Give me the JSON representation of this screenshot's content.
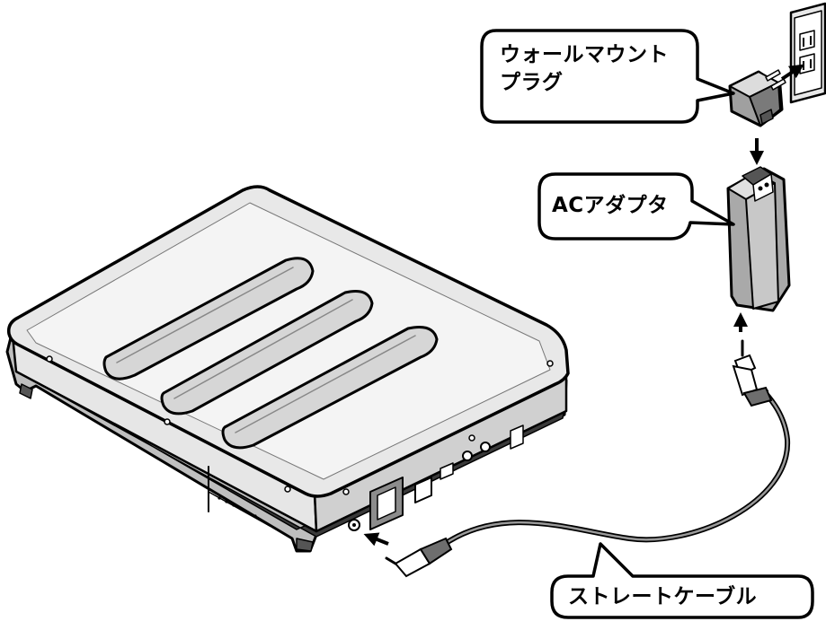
{
  "callouts": {
    "wall_plug": "ウォールマウント\nプラグ",
    "ac_adapter": "ACアダプタ",
    "straight_cable": "ストレートケーブル"
  },
  "colors": {
    "outline": "#000000",
    "fill": "#ffffff",
    "shade_light": "#d9d9d9",
    "shade_mid": "#a6a6a6",
    "shade_dark": "#595959"
  },
  "icons": [
    "laptop-illustration",
    "wall-outlet-icon",
    "wall-mount-plug-icon",
    "ac-adapter-icon",
    "straight-cable-icon",
    "arrow-icon"
  ]
}
